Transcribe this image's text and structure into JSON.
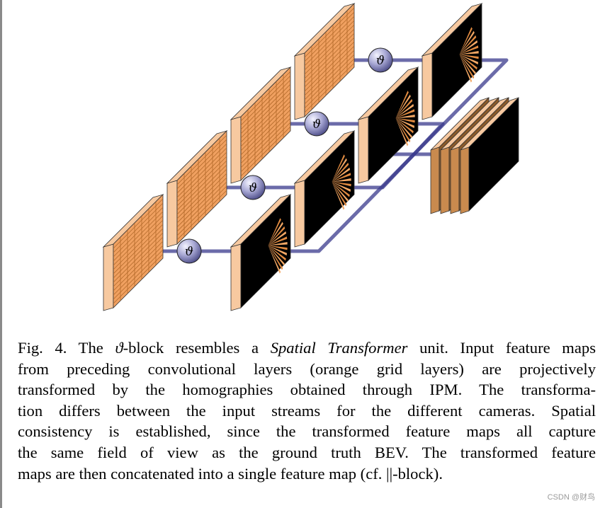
{
  "figure": {
    "theta_symbol": "ϑ",
    "colors": {
      "grid_fill": "#f0a060",
      "grid_line": "#b36a2a",
      "grid_edge": "#f7c9a0",
      "map_black": "#000000",
      "connector": "#3a3a8c",
      "node_fill": "#9a9ac8"
    }
  },
  "caption": {
    "line1a": "Fig. 4. The ",
    "line1_theta": "ϑ",
    "line1b": "-block resembles a ",
    "line1_italic": "Spatial Transformer",
    "line1c": " unit. Input feature maps",
    "line2": "from preceding convolutional layers (orange grid layers) are projectively",
    "line3": "transformed by the homographies obtained through IPM. The transforma-",
    "line4": "tion differs between the input streams for the different cameras. Spatial",
    "line5": "consistency is established, since the transformed feature maps all capture",
    "line6": "the same field of view as the ground truth BEV. The transformed feature",
    "line7": "maps are then concatenated into a single feature map (cf. ||-block)."
  },
  "watermark": "CSDN @财鸟"
}
